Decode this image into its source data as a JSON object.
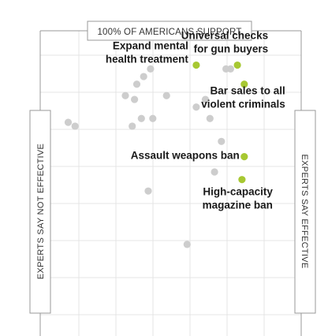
{
  "chart_data": {
    "type": "scatter",
    "title": "",
    "top_label": "100% OF AMERICANS SUPPORT",
    "left_label": "EXPERTS SAY NOT EFFECTIVE",
    "right_label": "EXPERTS SAY EFFECTIVE",
    "x_axis": {
      "meaning": "expert-rated effectiveness",
      "range": [
        0,
        100
      ]
    },
    "y_axis": {
      "meaning": "percent of Americans who support",
      "range": [
        20,
        100
      ]
    },
    "grid": true,
    "colors": {
      "highlight": "#a7c832",
      "other": "#cdcdcd",
      "grid": "#e4e4e4",
      "frame": "#999999"
    },
    "series": [
      {
        "name": "",
        "color": "#cdcdcd",
        "points": [
          {
            "x": 35,
            "y": 86
          },
          {
            "x": 38,
            "y": 88
          },
          {
            "x": 41,
            "y": 90
          },
          {
            "x": 74,
            "y": 90
          },
          {
            "x": 76,
            "y": 90
          },
          {
            "x": 30,
            "y": 83
          },
          {
            "x": 34,
            "y": 82
          },
          {
            "x": 48,
            "y": 83
          },
          {
            "x": 37,
            "y": 77
          },
          {
            "x": 42,
            "y": 77
          },
          {
            "x": 33,
            "y": 75
          },
          {
            "x": 5,
            "y": 76
          },
          {
            "x": 8,
            "y": 75
          },
          {
            "x": 67,
            "y": 77
          },
          {
            "x": 72,
            "y": 71
          },
          {
            "x": 69,
            "y": 63
          },
          {
            "x": 40,
            "y": 58
          },
          {
            "x": 57,
            "y": 44
          },
          {
            "x": 61,
            "y": 80
          },
          {
            "x": 65,
            "y": 82
          }
        ]
      },
      {
        "name": "",
        "color": "#a7c832",
        "points": [
          {
            "label": "Expand mental health treatment",
            "x": 61,
            "y": 91
          },
          {
            "label": "Universal checks for gun buyers",
            "x": 79,
            "y": 91
          },
          {
            "label": "Bar sales to all violent criminals",
            "x": 82,
            "y": 86
          },
          {
            "label": "Assault weapons ban",
            "x": 82,
            "y": 67
          },
          {
            "label": "High-capacity magazine ban",
            "x": 81,
            "y": 61
          }
        ]
      }
    ],
    "annotations": [
      {
        "lines": [
          "Expand mental",
          "health treatment"
        ],
        "point": 0
      },
      {
        "lines": [
          "Universal checks",
          "for gun buyers"
        ],
        "point": 1
      },
      {
        "lines": [
          "Bar sales to all",
          "violent criminals"
        ],
        "point": 2
      },
      {
        "lines": [
          "Assault weapons ban"
        ],
        "point": 3
      },
      {
        "lines": [
          "High-capacity",
          "magazine ban"
        ],
        "point": 4
      }
    ]
  }
}
